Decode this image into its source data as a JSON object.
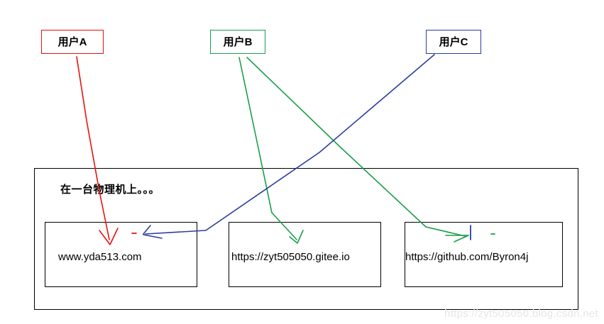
{
  "diagram": {
    "title_caption": "在一台物理机上。。。",
    "users": [
      {
        "id": "user-a",
        "label": "用户A",
        "color": "#e8110f"
      },
      {
        "id": "user-b",
        "label": "用户B",
        "color": "#1a9e4b"
      },
      {
        "id": "user-c",
        "label": "用户C",
        "color": "#2b3c9e"
      }
    ],
    "sites": [
      {
        "id": "site-1",
        "label": "www.yda513.com"
      },
      {
        "id": "site-2",
        "label": "https://zyt505050.gitee.io"
      },
      {
        "id": "site-3",
        "label": "https://github.com/Byron4j"
      }
    ],
    "arrows": [
      {
        "from": "用户A",
        "to": "www.yda513.com",
        "color": "#e8110f"
      },
      {
        "from": "用户B",
        "to": "https://zyt505050.gitee.io",
        "color": "#1a9e4b"
      },
      {
        "from": "用户B",
        "to": "https://github.com/Byron4j",
        "color": "#1a9e4b"
      },
      {
        "from": "用户C",
        "to": "www.yda513.com",
        "color": "#2b3c9e"
      }
    ],
    "watermark": "https://zyt505050.blog.csdn.net"
  }
}
